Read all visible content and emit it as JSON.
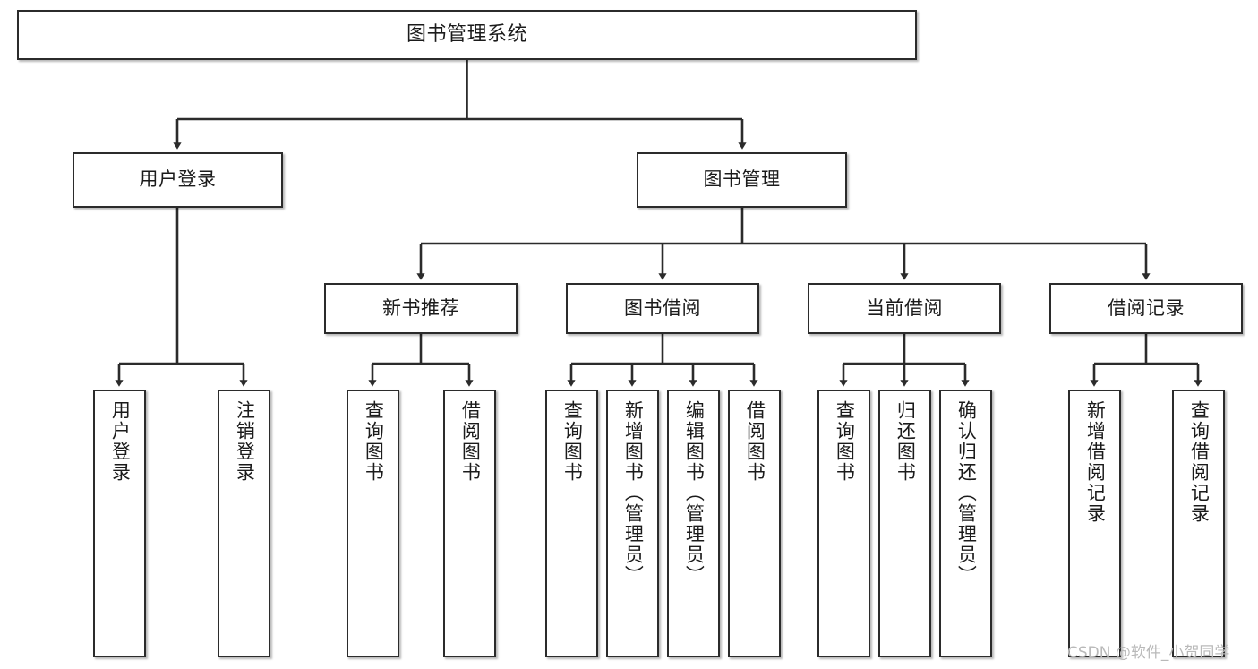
{
  "diagram": {
    "type": "tree",
    "title": "图书管理系统",
    "orientation": "top-down",
    "colors": {
      "box_border": "#2b2b2b",
      "box_fill": "#ffffff",
      "connector": "#2b2b2b",
      "text": "#1b1b1b",
      "watermark": "#b9b9b9"
    }
  },
  "nodes": {
    "root": {
      "label": "图书管理系统"
    },
    "level2": [
      {
        "label": "用户登录"
      },
      {
        "label": "图书管理"
      }
    ],
    "level3": [
      {
        "label": "新书推荐"
      },
      {
        "label": "图书借阅"
      },
      {
        "label": "当前借阅"
      },
      {
        "label": "借阅记录"
      }
    ],
    "leaves": {
      "user_login": [
        {
          "label": "用户登录"
        },
        {
          "label": "注销登录"
        }
      ],
      "new_book_recommend": [
        {
          "label": "查询图书"
        },
        {
          "label": "借阅图书"
        }
      ],
      "book_borrow": [
        {
          "label": "查询图书"
        },
        {
          "label": "新增图书（管理员）"
        },
        {
          "label": "编辑图书（管理员）"
        },
        {
          "label": "借阅图书"
        }
      ],
      "current_borrow": [
        {
          "label": "查询图书"
        },
        {
          "label": "归还图书"
        },
        {
          "label": "确认归还（管理员）"
        }
      ],
      "borrow_record": [
        {
          "label": "新增借阅记录"
        },
        {
          "label": "查询借阅记录"
        }
      ]
    }
  },
  "watermark": {
    "text": "CSDN @软件_小贺同学"
  }
}
